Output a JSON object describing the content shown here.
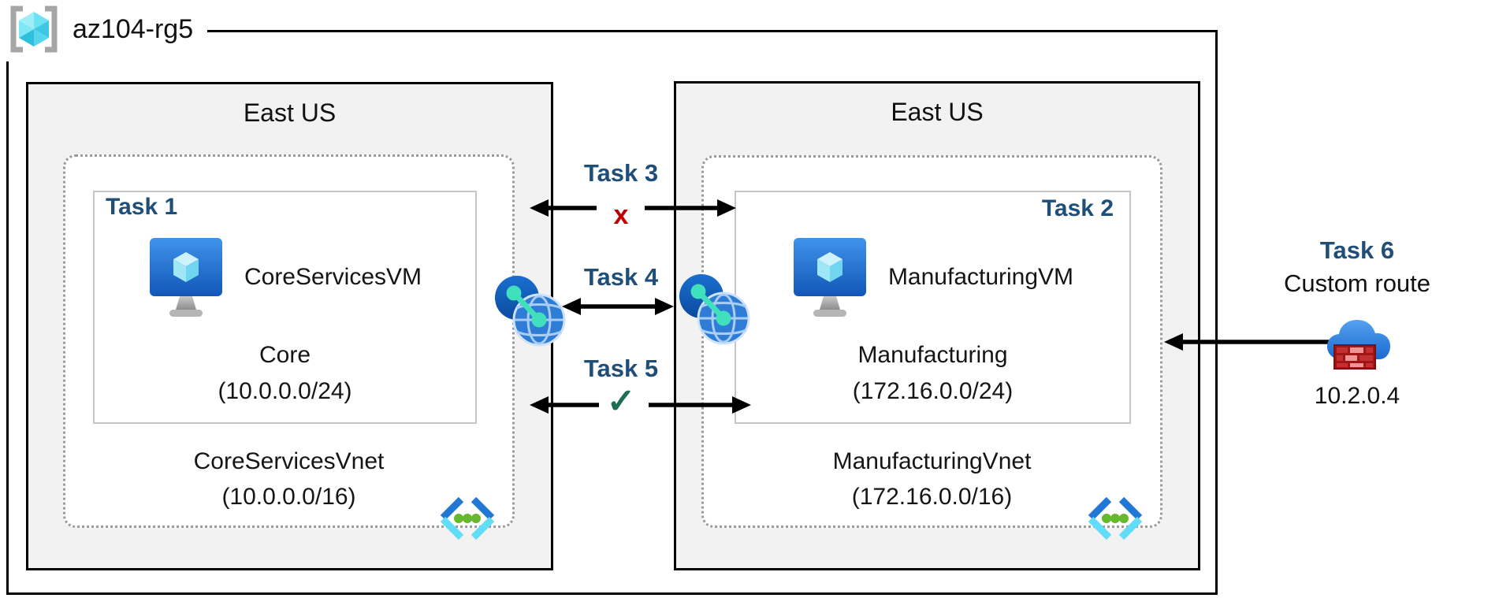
{
  "resource_group": {
    "name": "az104-rg5",
    "icon": "resource-group-icon"
  },
  "regions": {
    "left": {
      "title": "East US"
    },
    "right": {
      "title": "East US"
    }
  },
  "vnets": {
    "left": {
      "task": "Task 1",
      "vm_name": "CoreServicesVM",
      "subnet_name": "Core",
      "subnet_cidr": "(10.0.0.0/24)",
      "vnet_name": "CoreServicesVnet",
      "vnet_cidr": "(10.0.0.0/16)",
      "vm_icon": "virtual-machine-icon",
      "vnet_icon": "virtual-network-icon"
    },
    "right": {
      "task": "Task 2",
      "vm_name": "ManufacturingVM",
      "subnet_name": "Manufacturing",
      "subnet_cidr": "(172.16.0.0/24)",
      "vnet_name": "ManufacturingVnet",
      "vnet_cidr": "(172.16.0.0/16)",
      "vm_icon": "virtual-machine-icon",
      "vnet_icon": "virtual-network-icon"
    }
  },
  "connections": {
    "task3": {
      "label": "Task 3",
      "status_symbol": "x"
    },
    "task4": {
      "label": "Task 4",
      "icon": "vnet-peering-icon"
    },
    "task5": {
      "label": "Task 5",
      "status_symbol": "✓"
    },
    "task6": {
      "label": "Task 6",
      "description": "Custom route",
      "ip": "10.2.0.4",
      "icon": "nva-cloud-firewall-icon"
    }
  },
  "colors": {
    "task_label_navy": "#1F4E79",
    "blocked_x_red": "#C00000",
    "allowed_check_green": "#1D6E52",
    "region_fill": "#F2F2F2",
    "vm_monitor_blue": "#2176D6",
    "peering_teal": "#3FE0BB",
    "vnet_chevron_blue": "#2178D4",
    "vnet_chevron_cyan": "#62DDF8",
    "vnet_dot_green": "#66B82E",
    "cloud_blue": "#2E86DE",
    "brick_red": "#B22222"
  }
}
